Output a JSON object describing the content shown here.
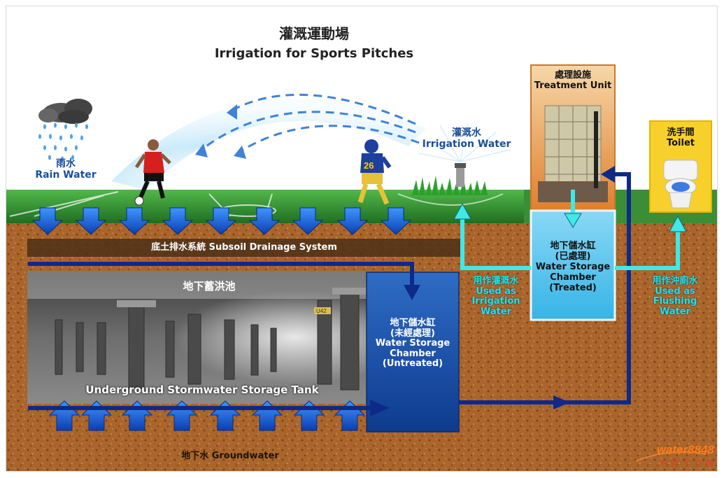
{
  "title": {
    "zh": "灌溉運動場",
    "en": "Irrigation for Sports Pitches"
  },
  "rain": {
    "zh": "雨水",
    "en": "Rain Water"
  },
  "irrigation": {
    "zh": "灌溉水",
    "en": "Irrigation Water"
  },
  "treatment": {
    "zh": "處理設施",
    "en": "Treatment Unit"
  },
  "toilet": {
    "zh": "洗手間",
    "en": "Toilet"
  },
  "subsoil": {
    "label": "底土排水系統 Subsoil Drainage System"
  },
  "stormwater": {
    "zh": "地下蓄洪池",
    "en": "Underground Stormwater Storage Tank",
    "pillar_tag": "U42"
  },
  "untreated": {
    "zh1": "地下儲水缸",
    "zh2": "(未經處理)",
    "en1": "Water Storage",
    "en2": "Chamber",
    "en3": "(Untreated)"
  },
  "treated": {
    "zh1": "地下儲水缸",
    "zh2": "(已處理)",
    "en1": "Water Storage",
    "en2": "Chamber",
    "en3": "(Treated)"
  },
  "use_irrigation": {
    "zh": "用作灌溉水",
    "en1": "Used as",
    "en2": "Irrigation",
    "en3": "Water"
  },
  "use_flushing": {
    "zh": "用作沖廁水",
    "en1": "Used as",
    "en2": "Flushing",
    "en3": "Water"
  },
  "groundwater": {
    "label": "地下水 Groundwater"
  },
  "watermark": {
    "line1": "water8848",
    "line2": "中 国 水 业 网"
  },
  "player_number": "26",
  "colors": {
    "sky": "#ffffff",
    "grass": "#2f8a2f",
    "soil": "#a0602a",
    "arrow_blue": "#1565d8",
    "arrow_navy": "#0d2a8a",
    "cyan": "#40e8e8",
    "untreated_box": "#1a4aa0",
    "treated_box": "#5cc6ee",
    "treatment_box": "#e89b4e",
    "toilet_box": "#f7d02c"
  }
}
